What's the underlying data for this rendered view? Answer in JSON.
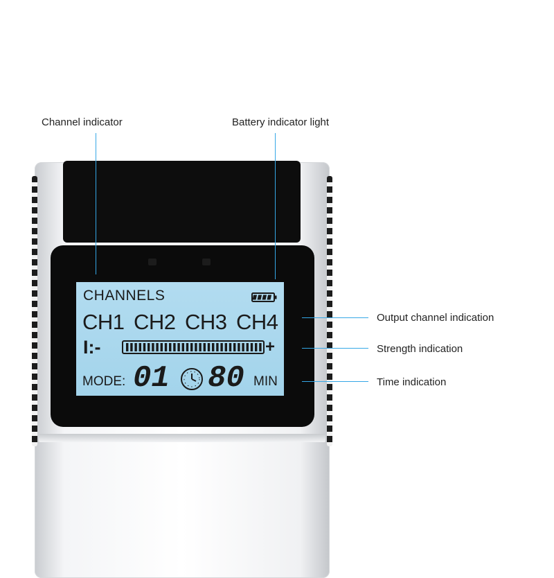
{
  "callouts": {
    "channel_indicator": "Channel indicator",
    "battery_indicator": "Battery indicator light",
    "output_channel": "Output channel indication",
    "strength": "Strength indication",
    "time": "Time indication"
  },
  "lcd": {
    "channels_label": "CHANNELS",
    "channels": [
      "CH1",
      "CH2",
      "CH3",
      "CH4"
    ],
    "strength_prefix": "I:-",
    "strength_plus": "+",
    "mode_label": "MODE:",
    "mode_value": "01",
    "time_value": "80",
    "time_unit": "MIN"
  },
  "colors": {
    "leader_line": "#35a7e6",
    "lcd_background": "#a8d8ee",
    "bezel": "#0b0b0b"
  },
  "icons": {
    "battery": "battery-icon",
    "clock": "clock-icon"
  }
}
